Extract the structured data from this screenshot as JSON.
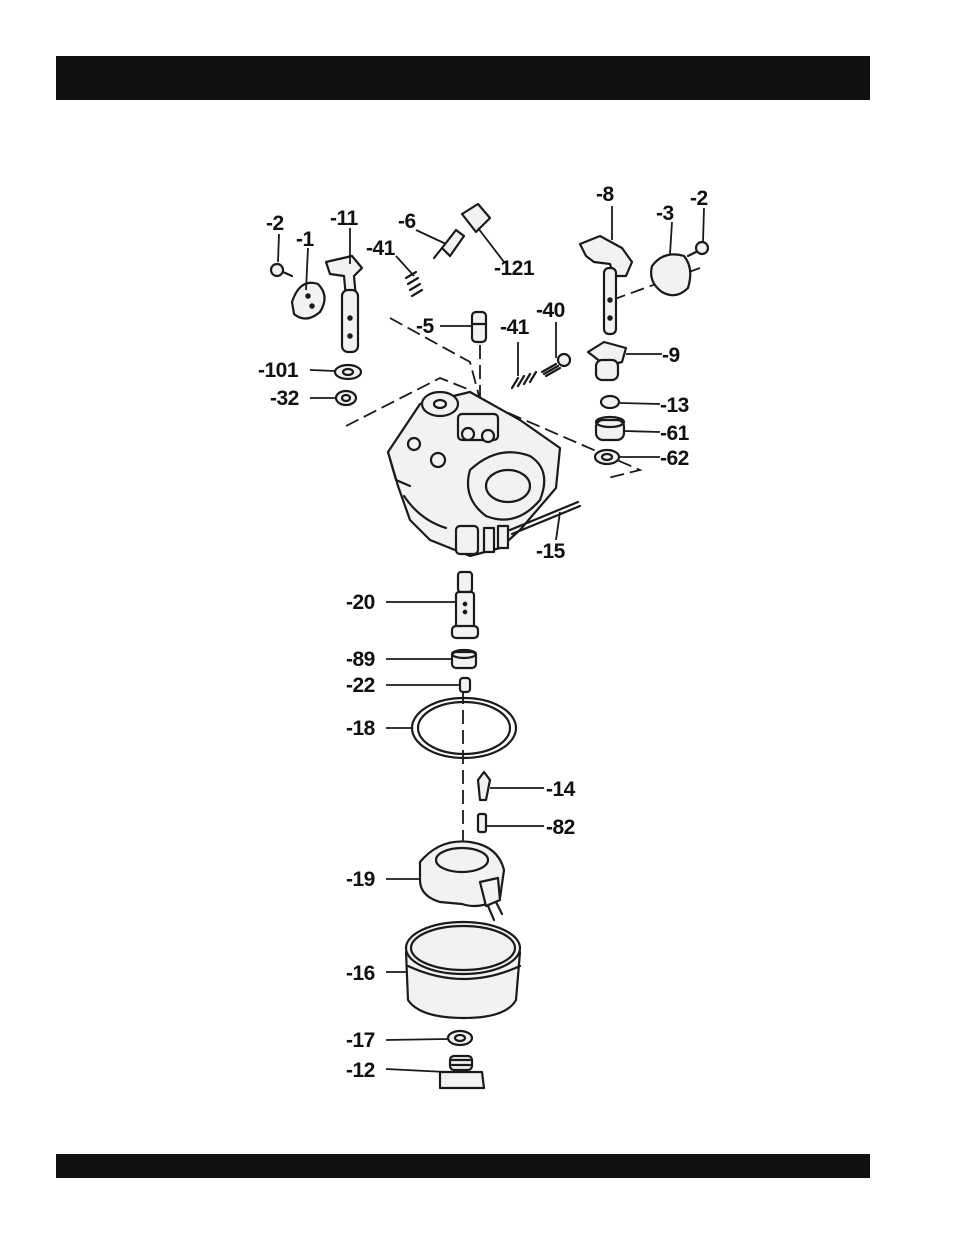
{
  "labels": {
    "l2a": "-2",
    "l1": "-1",
    "l11": "-11",
    "l6": "-6",
    "l41a": "-41",
    "l121": "-121",
    "l5": "-5",
    "l41b": "-41",
    "l40": "-40",
    "l101": "-101",
    "l32": "-32",
    "l8": "-8",
    "l3": "-3",
    "l2b": "-2",
    "l9": "-9",
    "l13": "-13",
    "l61": "-61",
    "l62": "-62",
    "l15": "-15",
    "l20": "-20",
    "l89": "-89",
    "l22": "-22",
    "l18": "-18",
    "l14": "-14",
    "l82": "-82",
    "l19": "-19",
    "l16": "-16",
    "l17": "-17",
    "l12": "-12"
  }
}
